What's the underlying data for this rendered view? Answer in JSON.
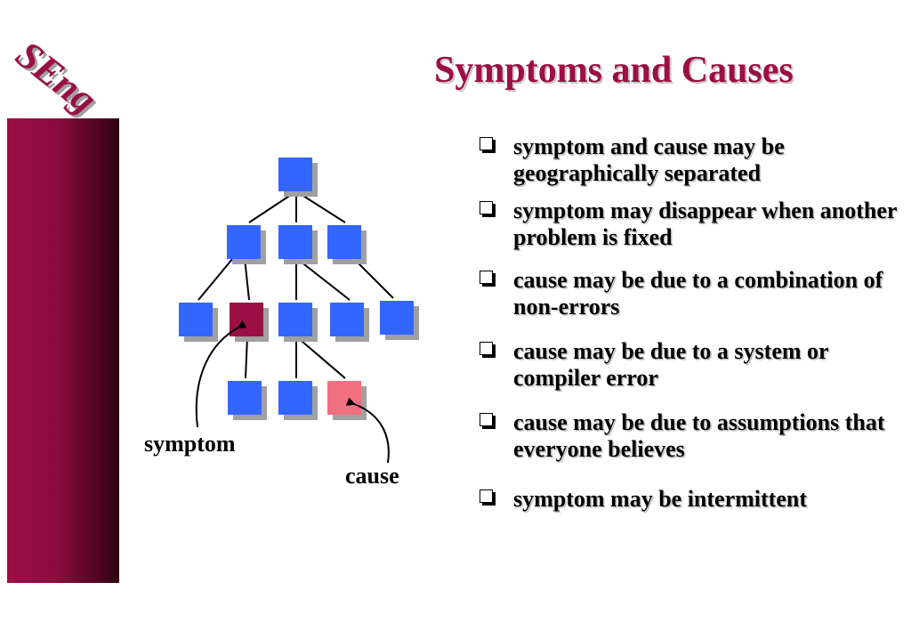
{
  "logo": {
    "text": "SEng"
  },
  "title": "Symptoms and Causes",
  "bullets": [
    "symptom and cause may be geographically separated",
    "symptom may disappear when another problem is fixed",
    "cause may be due to a combination of non-errors",
    "cause may be due to a system or compiler error",
    "cause may be due to assumptions that everyone believes",
    "symptom may be intermittent"
  ],
  "diagram": {
    "labels": {
      "symptom": "symptom",
      "cause": "cause"
    },
    "colors": {
      "node": "#3366ff",
      "symptom_node": "#9b0f45",
      "cause_node": "#f07080",
      "shadow": "#a0a0a0"
    }
  }
}
